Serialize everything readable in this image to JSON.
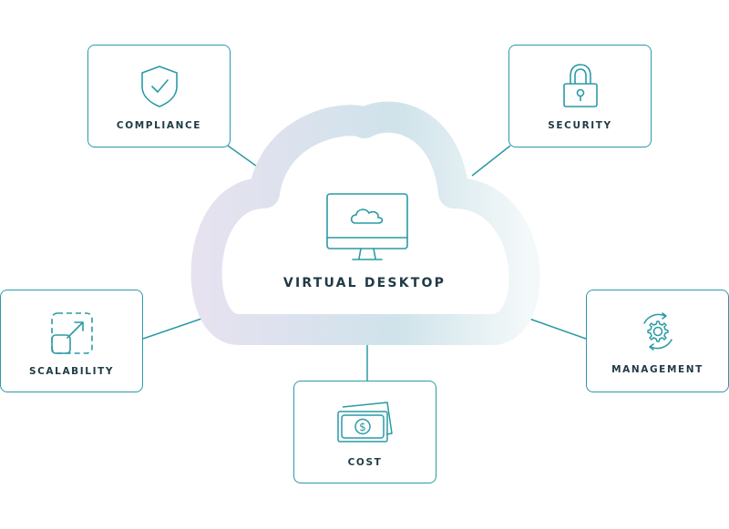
{
  "center": {
    "title": "VIRTUAL DESKTOP",
    "icon": "monitor-cloud-icon"
  },
  "nodes": {
    "compliance": {
      "label": "COMPLIANCE",
      "icon": "shield-check-icon"
    },
    "security": {
      "label": "SECURITY",
      "icon": "padlock-icon"
    },
    "scalability": {
      "label": "SCALABILITY",
      "icon": "scale-arrow-icon"
    },
    "management": {
      "label": "MANAGEMENT",
      "icon": "gear-cycle-icon"
    },
    "cost": {
      "label": "COST",
      "icon": "dollar-bills-icon"
    }
  },
  "colors": {
    "accent": "#2a9aa6",
    "text": "#1f3a45",
    "cloud_left": "#e4e2f0",
    "cloud_mid": "#cfe3ea",
    "cloud_right": "#f1f7f8"
  }
}
